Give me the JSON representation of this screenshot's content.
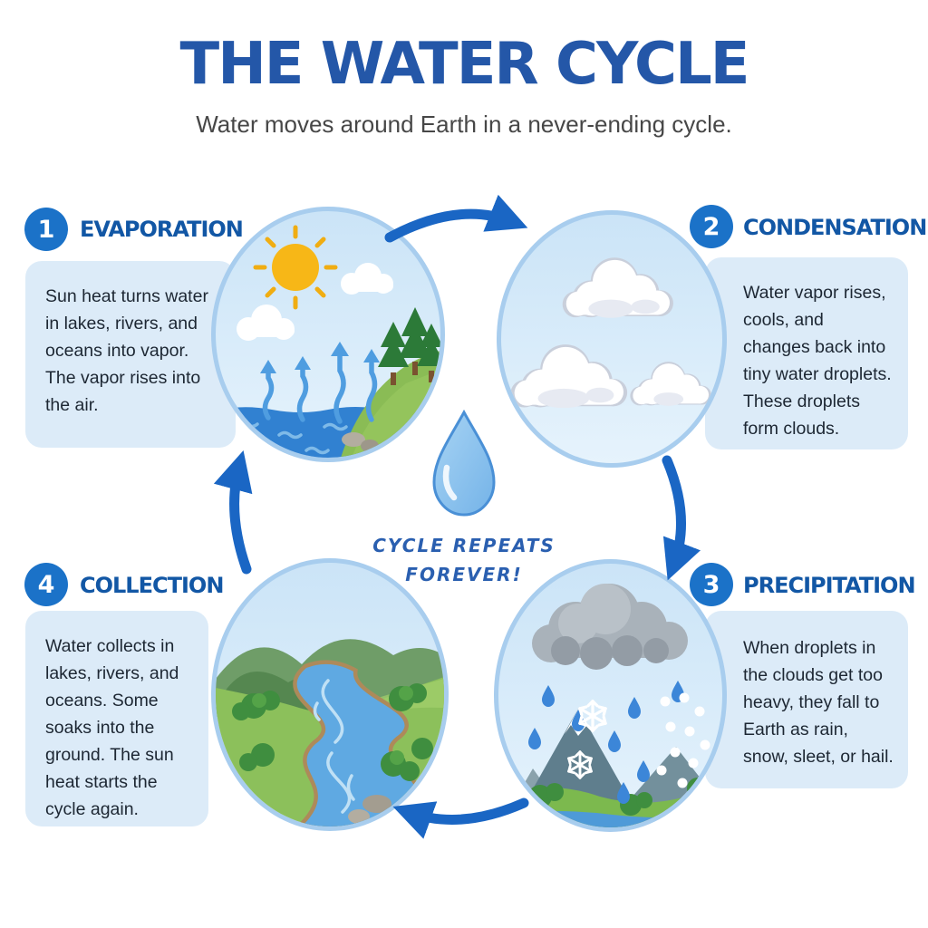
{
  "header": {
    "title": "THE WATER CYCLE",
    "subtitle": "Water moves around Earth in a never-ending cycle."
  },
  "stages": [
    {
      "number": "1",
      "title": "EVAPORATION",
      "description": "Sun heat turns water in lakes, rivers, and oceans into vapor. The vapor rises into the air.",
      "illustration": "sun-lake-evaporation-scene",
      "icons": [
        "sun-icon",
        "cloud-icon",
        "evaporation-arrows-icon",
        "lake-icon",
        "pine-trees-icon"
      ]
    },
    {
      "number": "2",
      "title": "CONDENSATION",
      "description": "Water vapor rises, cools, and changes back into tiny water droplets. These droplets form clouds.",
      "illustration": "clouds-scene",
      "icons": [
        "cloud-icon"
      ]
    },
    {
      "number": "3",
      "title": "PRECIPITATION",
      "description": "When droplets in the clouds get too heavy, they fall to Earth as rain, snow, sleet, or hail.",
      "illustration": "rain-snow-hail-mountain-scene",
      "icons": [
        "rain-cloud-icon",
        "raindrop-icon",
        "snowflake-icon",
        "hail-icon",
        "mountain-icon"
      ]
    },
    {
      "number": "4",
      "title": "COLLECTION",
      "description": "Water collects in lakes, rivers, and oceans. Some soaks into the ground. The sun heat starts the cycle again.",
      "illustration": "river-valley-scene",
      "icons": [
        "river-icon",
        "hills-icon",
        "bushes-icon",
        "rocks-icon"
      ]
    }
  ],
  "center": {
    "caption_line1": "CYCLE REPEATS",
    "caption_line2": "FOREVER!",
    "icon": "water-droplet-icon"
  },
  "cycle_arrows": [
    "arrow-evaporation-to-condensation",
    "arrow-condensation-to-precipitation",
    "arrow-precipitation-to-collection",
    "arrow-collection-to-evaporation"
  ],
  "colors": {
    "title_blue": "#2457a8",
    "stage_heading_blue": "#1257a5",
    "badge_blue": "#1b72c8",
    "arrow_blue": "#1a66c4",
    "textbox_bg": "#dcebf8",
    "body_text": "#1d2733",
    "caption_blue": "#2a5fb0",
    "scene_border": "#a8cdee",
    "water_blue": "#3181d1",
    "sun_yellow": "#f7b717",
    "rain_cloud_gray": "#a2abb3",
    "background": "#ffffff"
  }
}
